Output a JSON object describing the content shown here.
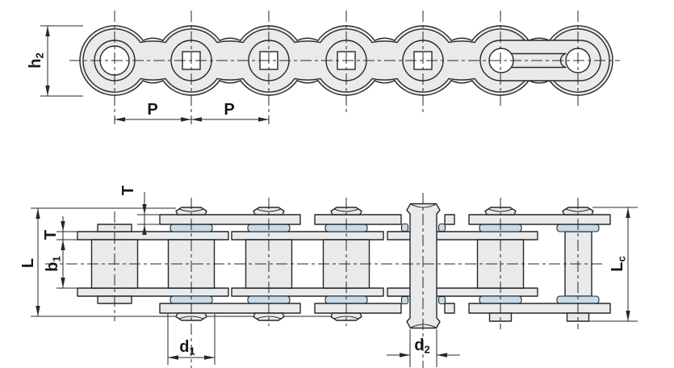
{
  "drawing": {
    "type": "roller-chain-technical-drawing",
    "colors": {
      "body_fill": "#e8eaec",
      "roller_fill": "#c7dbe8",
      "line": "#272727",
      "background": "#ffffff"
    },
    "dims": {
      "h2": {
        "main": "h",
        "sub": "2"
      },
      "p1": {
        "main": "P",
        "sub": ""
      },
      "p2": {
        "main": "P",
        "sub": ""
      },
      "t_outer": {
        "main": "T",
        "sub": ""
      },
      "t_inner": {
        "main": "T",
        "sub": ""
      },
      "b1": {
        "main": "b",
        "sub": "1"
      },
      "L": {
        "main": "L",
        "sub": ""
      },
      "Lc": {
        "main": "L",
        "sub": "c"
      },
      "d1": {
        "main": "d",
        "sub": "1"
      },
      "d2": {
        "main": "d",
        "sub": "2"
      }
    }
  }
}
